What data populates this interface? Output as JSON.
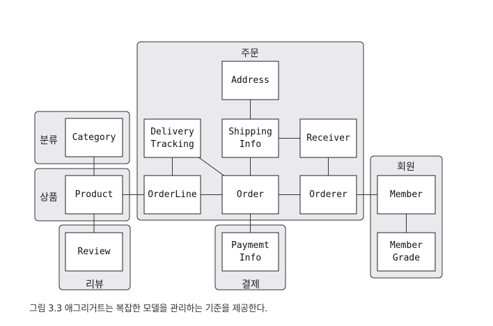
{
  "groups": [
    {
      "id": "order",
      "label": "주문"
    },
    {
      "id": "category",
      "label": "분류"
    },
    {
      "id": "product",
      "label": "상품"
    },
    {
      "id": "review",
      "label": "리뷰"
    },
    {
      "id": "payment",
      "label": "결제"
    },
    {
      "id": "member",
      "label": "회원"
    }
  ],
  "nodes": [
    {
      "id": "address",
      "lines": [
        "Address"
      ]
    },
    {
      "id": "delivery-tracking",
      "lines": [
        "Delivery",
        "Tracking"
      ]
    },
    {
      "id": "shipping-info",
      "lines": [
        "Shipping",
        "Info"
      ]
    },
    {
      "id": "receiver",
      "lines": [
        "Receiver"
      ]
    },
    {
      "id": "orderline",
      "lines": [
        "OrderLine"
      ]
    },
    {
      "id": "order",
      "lines": [
        "Order"
      ]
    },
    {
      "id": "orderer",
      "lines": [
        "Orderer"
      ]
    },
    {
      "id": "category",
      "lines": [
        "Category"
      ]
    },
    {
      "id": "product",
      "lines": [
        "Product"
      ]
    },
    {
      "id": "review",
      "lines": [
        "Review"
      ]
    },
    {
      "id": "payment-info",
      "lines": [
        "Paymemt",
        "Info"
      ]
    },
    {
      "id": "member",
      "lines": [
        "Member"
      ]
    },
    {
      "id": "member-grade",
      "lines": [
        "Member",
        "Grade"
      ]
    }
  ],
  "edges": [
    [
      "address",
      "shipping-info"
    ],
    [
      "shipping-info",
      "receiver"
    ],
    [
      "shipping-info",
      "order"
    ],
    [
      "receiver",
      "orderer"
    ],
    [
      "delivery-tracking",
      "orderline"
    ],
    [
      "delivery-tracking",
      "order"
    ],
    [
      "orderline",
      "order"
    ],
    [
      "order",
      "orderer"
    ],
    [
      "order",
      "payment-info"
    ],
    [
      "category",
      "product"
    ],
    [
      "product",
      "orderline"
    ],
    [
      "product",
      "review"
    ],
    [
      "orderer",
      "member"
    ],
    [
      "member",
      "member-grade"
    ]
  ],
  "caption": "그림 3.3 애그리거트는 복잡한 모델을 관리하는 기준을 제공한다."
}
